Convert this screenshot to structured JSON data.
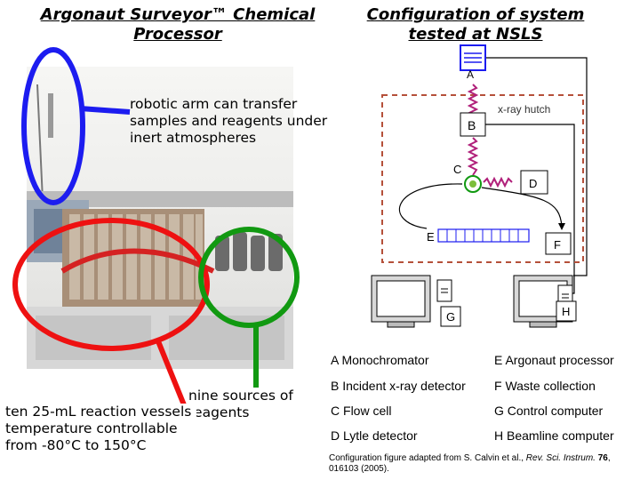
{
  "left_title": "Argonaut Surveyor™ Chemical Processor",
  "right_title": "Configuration of system tested at NSLS",
  "annotations": {
    "robotic_arm": "robotic arm can transfer samples and reagents under inert atmospheres",
    "reagents": "nine sources of reagents",
    "reactors": "ten 25-mL reaction vessels temperature controllable from -80°C to 150°C"
  },
  "diagram": {
    "labels": {
      "A": "A",
      "B": "B",
      "C": "C",
      "D": "D",
      "E": "E",
      "F": "F",
      "G": "G",
      "H": "H"
    },
    "hutch_label": "x-ray hutch"
  },
  "legend": [
    {
      "key": "A",
      "text": "Monochromator"
    },
    {
      "key": "E",
      "text": "Argonaut processor"
    },
    {
      "key": "B",
      "text": "Incident x-ray detector"
    },
    {
      "key": "F",
      "text": "Waste collection"
    },
    {
      "key": "C",
      "text": "Flow cell"
    },
    {
      "key": "G",
      "text": "Control computer"
    },
    {
      "key": "D",
      "text": "Lytle detector"
    },
    {
      "key": "H",
      "text": "Beamline computer"
    }
  ],
  "caption": {
    "prefix": "Configuration figure adapted from S. Calvin et al., ",
    "journal": "Rev. Sci. Instrum.",
    "volume": "76",
    "rest": ", 016103 (2005)."
  },
  "colors": {
    "blue_circle": "#1c1cf0",
    "red_circle": "#ee1111",
    "green_circle": "#119911",
    "spring": "#b0207a",
    "hutch": "#b5503a",
    "flow_dot": "#7bbf3a"
  }
}
